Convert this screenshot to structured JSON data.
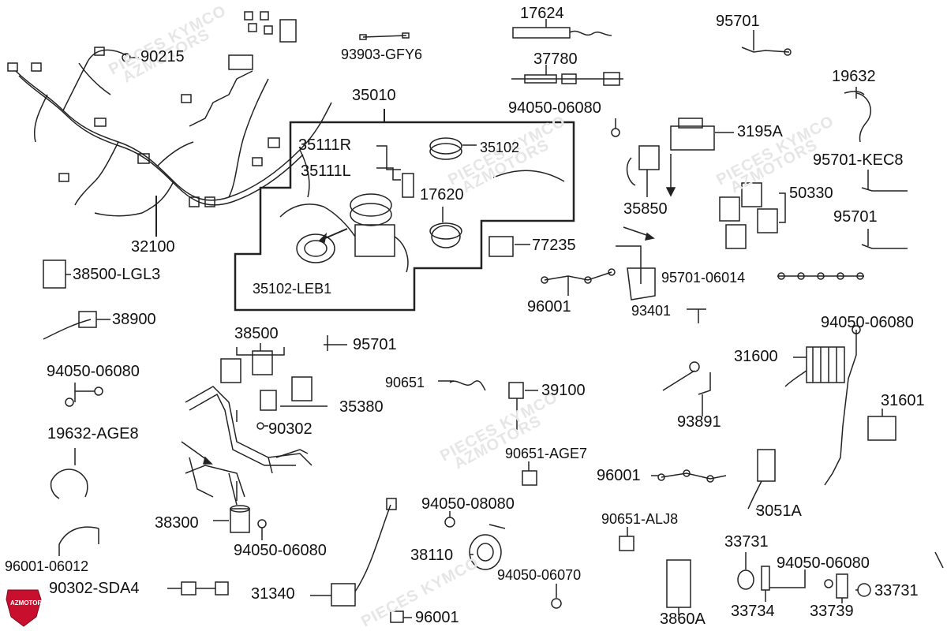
{
  "watermark": {
    "line1": "PIECES KYMCO",
    "line2": "AZMOTORS"
  },
  "logo_text": "AZMOTORS",
  "labels": {
    "p90215": "90215",
    "p93903": "93903-GFY6",
    "p17624": "17624",
    "p37780": "37780",
    "p95701_top": "95701",
    "p19632": "19632",
    "p35010": "35010",
    "p94050_06080_a": "94050-06080",
    "p3195a": "3195A",
    "p35111r": "35111R",
    "p35111l": "35111L",
    "p35102": "35102",
    "p95701_kec8": "95701-KEC8",
    "p17620": "17620",
    "p50330": "50330",
    "p35850": "35850",
    "p95701_mid": "95701",
    "p32100": "32100",
    "p77235": "77235",
    "p38500_lgl3": "38500-LGL3",
    "p35102_leb1": "35102-LEB1",
    "p95701_06014": "95701-06014",
    "p96001_a": "96001",
    "p93401": "93401",
    "p38900": "38900",
    "p94050_06080_b": "94050-06080",
    "p38500": "38500",
    "p95701_left": "95701",
    "p31600": "31600",
    "p94050_06080_c": "94050-06080",
    "p90651": "90651",
    "p39100": "39100",
    "p35380": "35380",
    "p31601": "31601",
    "p93891": "93891",
    "p90302": "90302",
    "p19632_age8": "19632-AGE8",
    "p90651_age7": "90651-AGE7",
    "p96001_b": "96001",
    "p94050_08080": "94050-08080",
    "p3051a": "3051A",
    "p38300": "38300",
    "p90651_alj8": "90651-ALJ8",
    "p33731_a": "33731",
    "p94050_06080_d": "94050-06080",
    "p38110": "38110",
    "p94050_06080_e": "94050-06080",
    "p96001_06012": "96001-06012",
    "p94050_06070": "94050-06070",
    "p90302_sda4": "90302-SDA4",
    "p31340": "31340",
    "p33734": "33734",
    "p33739": "33739",
    "p33731_b": "33731",
    "p96001_c": "96001",
    "p3860a": "3860A"
  }
}
